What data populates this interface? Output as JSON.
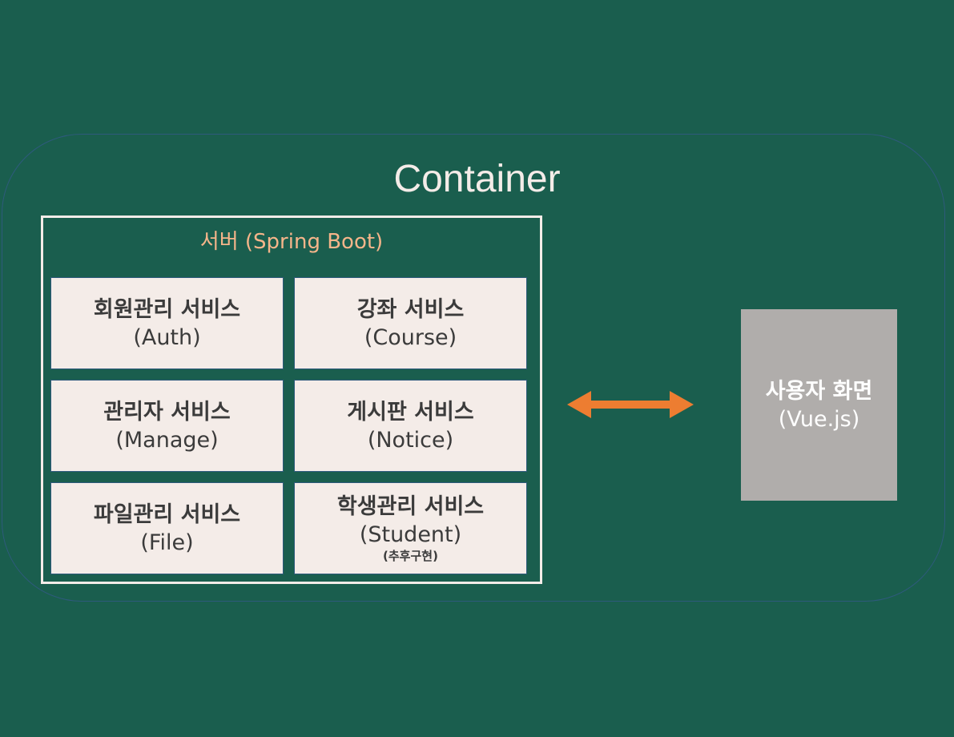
{
  "container": {
    "title": "Container"
  },
  "server": {
    "title": "서버 (Spring Boot)",
    "services": [
      {
        "name": "회원관리 서비스",
        "code": "(Auth)"
      },
      {
        "name": "강좌 서비스",
        "code": "(Course)"
      },
      {
        "name": "관리자 서비스",
        "code": "(Manage)"
      },
      {
        "name": "게시판 서비스",
        "code": "(Notice)"
      },
      {
        "name": "파일관리 서비스",
        "code": "(File)"
      },
      {
        "name": "학생관리 서비스",
        "code": "(Student)",
        "note": "(추후구현)"
      }
    ]
  },
  "frontend": {
    "name": "사용자 화면",
    "code": "(Vue.js)"
  },
  "colors": {
    "background": "#1a5e4e",
    "service_fill": "#f4ece8",
    "server_title": "#f5b58a",
    "arrow": "#ed7d31",
    "frontend_fill": "#b0adab"
  }
}
